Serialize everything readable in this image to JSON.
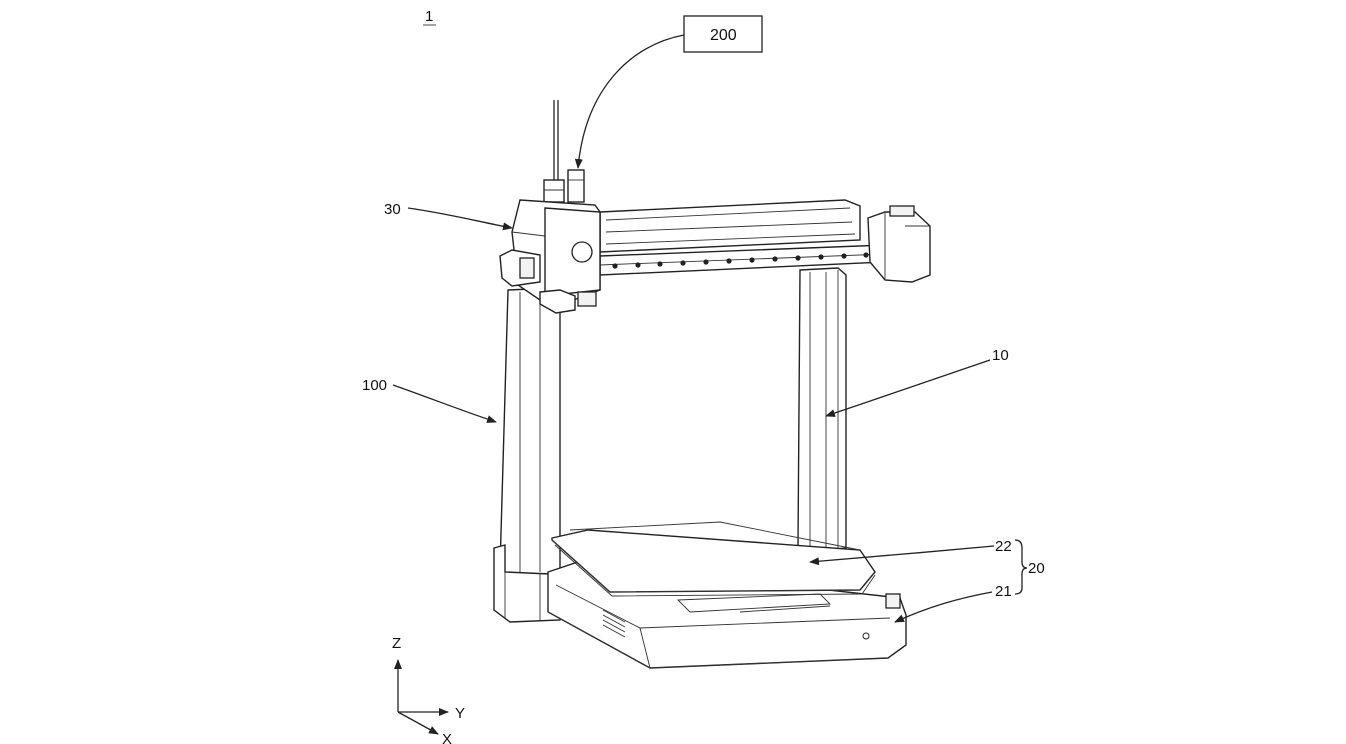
{
  "figure": {
    "number_label": "1",
    "external_box_label": "200",
    "labels": {
      "head": "30",
      "frame_left": "100",
      "frame_right": "10",
      "bed_plate": "22",
      "bed_base": "21",
      "bed_group": "20"
    },
    "axes": {
      "z": "Z",
      "y": "Y",
      "x": "X"
    }
  }
}
